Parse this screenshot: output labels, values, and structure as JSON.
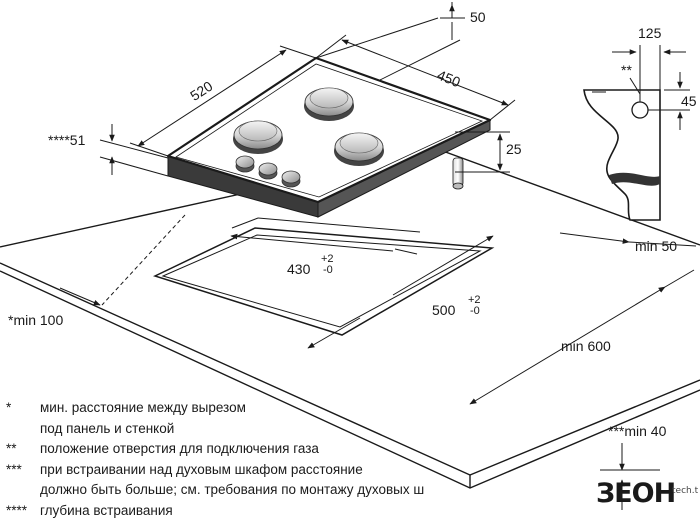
{
  "dimensions": {
    "panel_width": "520",
    "panel_depth": "450",
    "offset_top": "50",
    "detail_width": "125",
    "detail_height": "45",
    "height": "25",
    "install_depth": "****51",
    "cutout_width": "430",
    "cutout_width_tol_plus": "+2",
    "cutout_width_tol_minus": "-0",
    "cutout_depth": "500",
    "cutout_depth_tol_plus": "+2",
    "cutout_depth_tol_minus": "-0",
    "min_wall": "*min 100",
    "min_back": "min 50",
    "min_depth": "min 600",
    "min_front": "***min 40",
    "gas_mark": "**"
  },
  "notes": [
    {
      "mark": "*",
      "text": "мин. расстояние между вырезом"
    },
    {
      "mark": "",
      "text": "под панель и стенкой"
    },
    {
      "mark": "**",
      "text": "положение отверстия для подключения газа"
    },
    {
      "mark": "***",
      "text": "при встраивании над духовым шкафом расстояние"
    },
    {
      "mark": "",
      "text": "должно быть больше; см. требования по монтажу духовых ш"
    },
    {
      "mark": "****",
      "text": "глубина встраивания"
    }
  ],
  "logo": {
    "main": "ЗЕОН",
    "small": "tech.t"
  }
}
